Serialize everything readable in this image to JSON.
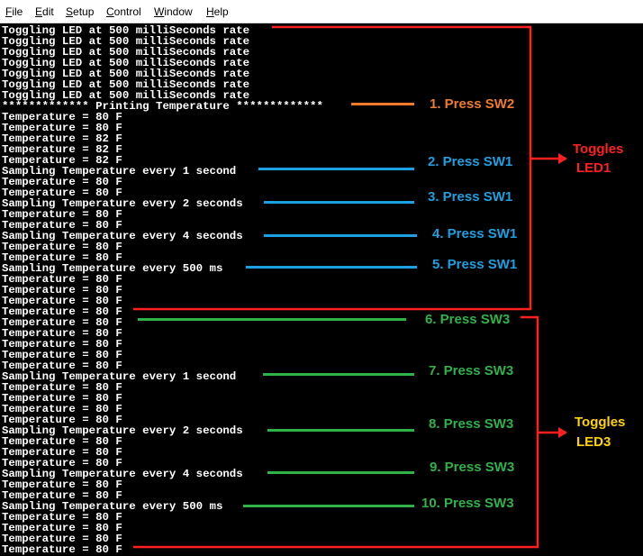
{
  "menu": {
    "items": [
      {
        "label": "File",
        "underline": "F",
        "rest": "ile"
      },
      {
        "label": "Edit",
        "underline": "E",
        "rest": "dit"
      },
      {
        "label": "Setup",
        "underline": "S",
        "rest": "etup"
      },
      {
        "label": "Control",
        "underline": "C",
        "rest": "ontrol"
      },
      {
        "label": "Window",
        "underline": "W",
        "rest": "indow"
      },
      {
        "label": "Help",
        "underline": "H",
        "rest": "elp"
      }
    ]
  },
  "terminal": {
    "lines": [
      "Toggling LED at 500 milliSeconds rate",
      "Toggling LED at 500 milliSeconds rate",
      "Toggling LED at 500 milliSeconds rate",
      "Toggling LED at 500 milliSeconds rate",
      "Toggling LED at 500 milliSeconds rate",
      "Toggling LED at 500 milliSeconds rate",
      "Toggling LED at 500 milliSeconds rate",
      "************* Printing Temperature *************",
      "Temperature = 80 F",
      "Temperature = 80 F",
      "Temperature = 82 F",
      "Temperature = 82 F",
      "Temperature = 82 F",
      "Sampling Temperature every 1 second",
      "Temperature = 80 F",
      "Temperature = 80 F",
      "Sampling Temperature every 2 seconds",
      "Temperature = 80 F",
      "Temperature = 80 F",
      "Sampling Temperature every 4 seconds",
      "Temperature = 80 F",
      "Temperature = 80 F",
      "Sampling Temperature every 500 ms",
      "Temperature = 80 F",
      "Temperature = 80 F",
      "Temperature = 80 F",
      "Temperature = 80 F",
      "Temperature = 80 F",
      "Temperature = 80 F",
      "Temperature = 80 F",
      "Temperature = 80 F",
      "Temperature = 80 F",
      "Sampling Temperature every 1 second",
      "Temperature = 80 F",
      "Temperature = 80 F",
      "Temperature = 80 F",
      "Temperature = 80 F",
      "Sampling Temperature every 2 seconds",
      "Temperature = 80 F",
      "Temperature = 80 F",
      "Temperature = 80 F",
      "Sampling Temperature every 4 seconds",
      "Temperature = 80 F",
      "Temperature = 80 F",
      "Sampling Temperature every 500 ms",
      "Temperature = 80 F",
      "Temperature = 80 F",
      "Temperature = 80 F",
      "Temperature = 80 F"
    ]
  },
  "annotations": {
    "colors": {
      "orange": "#f07b2a",
      "blue": "#1ba1e2",
      "green": "#2fb24a",
      "red": "#ff2020",
      "yellow": "#ffd400"
    },
    "steps": [
      "1. Press SW2",
      "2. Press SW1",
      "3. Press SW1",
      "4. Press SW1",
      "5. Press SW1",
      "6. Press SW3",
      "7. Press SW3",
      "8. Press SW3",
      "9. Press SW3",
      "10. Press SW3"
    ],
    "groups": {
      "led1": {
        "line1": "Toggles",
        "line2": "LED1"
      },
      "led3": {
        "line1": "Toggles",
        "line2": "LED3"
      }
    }
  }
}
